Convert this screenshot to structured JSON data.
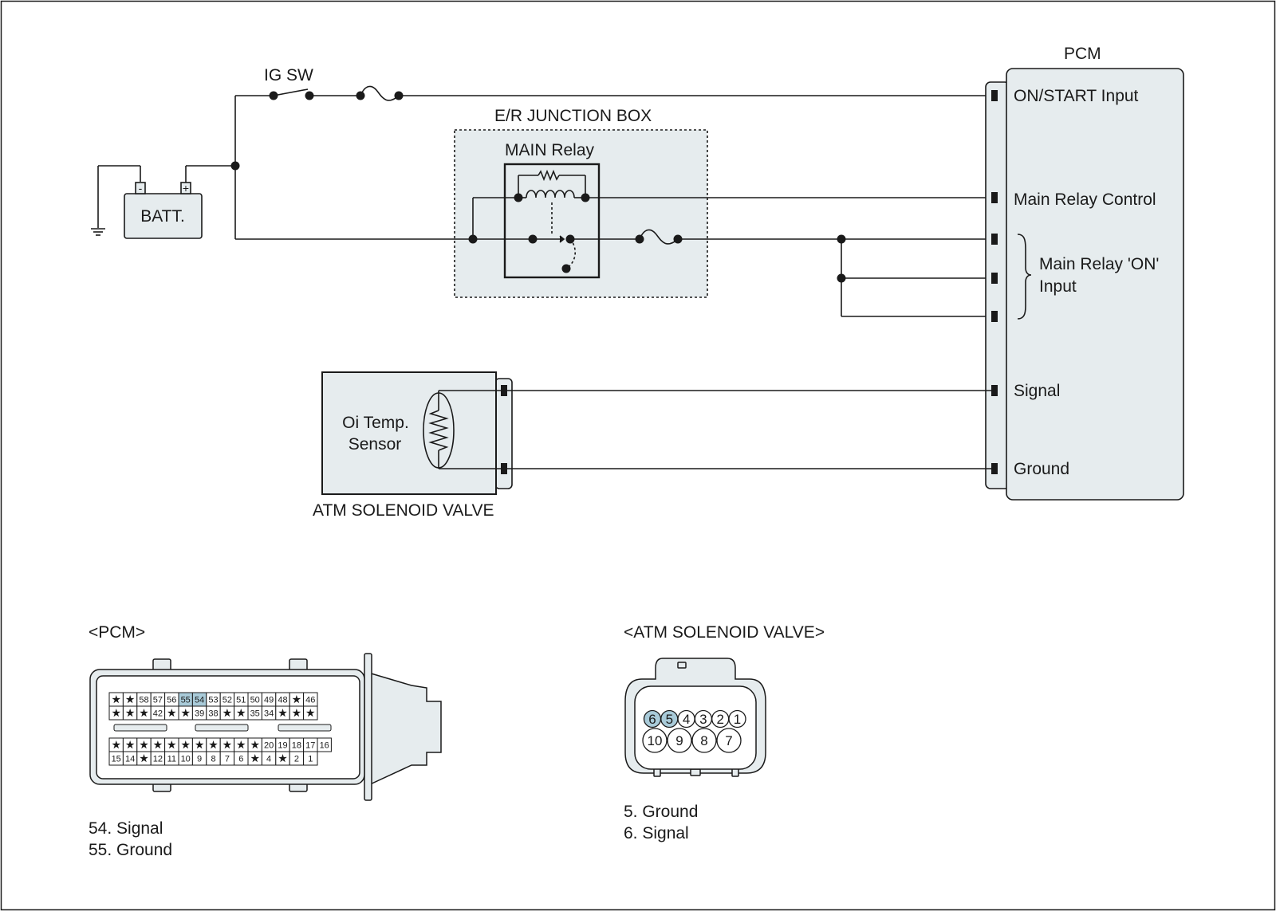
{
  "colors": {
    "line": "#1a1a1a",
    "fill": "#e6ecee",
    "highlight": "#a9cbd9",
    "background": "#ffffff"
  },
  "labels": {
    "ig_sw": "IG SW",
    "batt": "BATT.",
    "batt_neg": "-",
    "batt_pos": "+",
    "er_box": "E/R JUNCTION BOX",
    "main_relay": "MAIN Relay",
    "pcm": "PCM",
    "pin_on_start": "ON/START Input",
    "pin_main_relay_control": "Main Relay Control",
    "pin_main_relay_on_1": "Main Relay 'ON'",
    "pin_main_relay_on_2": "Input",
    "pin_signal": "Signal",
    "pin_ground": "Ground",
    "sensor_line1": "Oi Temp.",
    "sensor_line2": "Sensor",
    "atm_valve": "ATM SOLENOID VALVE"
  },
  "pcm_connector": {
    "title": "<PCM>",
    "row1": [
      "★",
      "★",
      "58",
      "57",
      "56",
      "55",
      "54",
      "53",
      "52",
      "51",
      "50",
      "49",
      "48",
      "★",
      "46"
    ],
    "row2": [
      "★",
      "★",
      "★",
      "42",
      "★",
      "★",
      "39",
      "38",
      "★",
      "★",
      "35",
      "34",
      "★",
      "★",
      "★"
    ],
    "row3": [
      "★",
      "★",
      "★",
      "★",
      "★",
      "★",
      "★",
      "★",
      "★",
      "★",
      "★",
      "20",
      "19",
      "18",
      "17",
      "16"
    ],
    "row4": [
      "15",
      "14",
      "★",
      "12",
      "11",
      "10",
      "9",
      "8",
      "7",
      "6",
      "★",
      "4",
      "★",
      "2",
      "1"
    ],
    "highlighted": [
      "54",
      "55"
    ],
    "legend": [
      "54. Signal",
      "55. Ground"
    ]
  },
  "atm_connector": {
    "title": "<ATM SOLENOID VALVE>",
    "top_row": [
      "6",
      "5",
      "4",
      "3",
      "2",
      "1"
    ],
    "bottom_row": [
      "10",
      "9",
      "8",
      "7"
    ],
    "highlighted": [
      "5",
      "6"
    ],
    "legend": [
      "5. Ground",
      "6. Signal"
    ]
  }
}
